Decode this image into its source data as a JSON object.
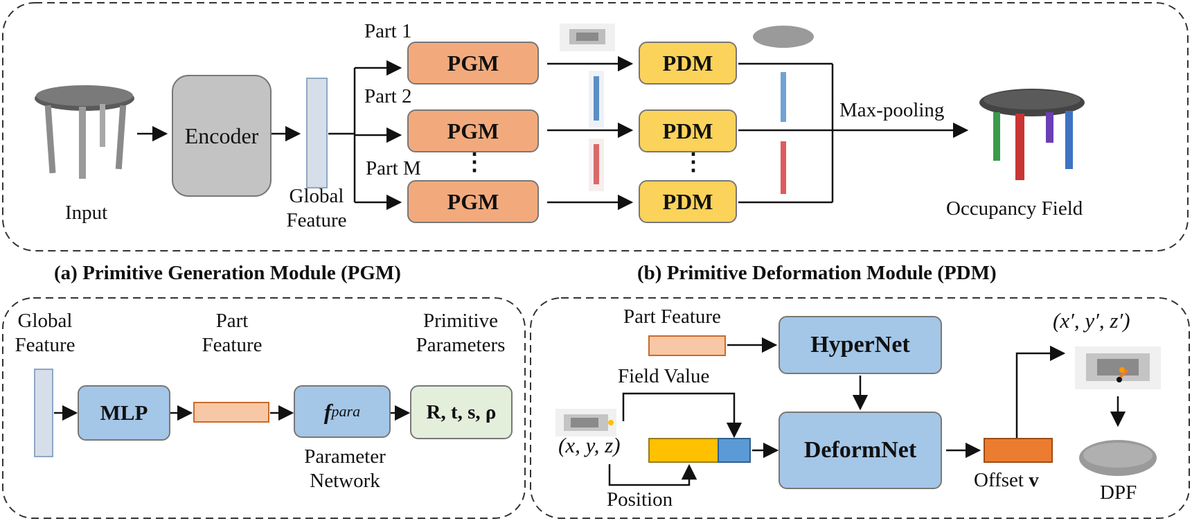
{
  "top": {
    "input_label": "Input",
    "encoder_label": "Encoder",
    "global_feature_label": "Global\nFeature",
    "part_labels": [
      "Part 1",
      "Part 2",
      "Part M"
    ],
    "pgm_label": "PGM",
    "pdm_label": "PDM",
    "maxpool_label": "Max-pooling",
    "output_label": "Occupancy Field"
  },
  "pgm_panel": {
    "title": "(a) Primitive Generation Module (PGM)",
    "global_feature": "Global\nFeature",
    "part_feature": "Part\nFeature",
    "primitive_params": "Primitive\nParameters",
    "mlp": "MLP",
    "fpara_main": "f",
    "fpara_sub": "para",
    "params_text": "R, t, s, ρ",
    "param_network": "Parameter\nNetwork"
  },
  "pdm_panel": {
    "title": "(b) Primitive Deformation Module (PDM)",
    "part_feature": "Part Feature",
    "hypernet": "HyperNet",
    "field_value": "Field Value",
    "xyz": "(x, y, z)",
    "position": "Position",
    "deformnet": "DeformNet",
    "offset": "Offset ",
    "offset_v": "v",
    "xyz_prime": "(x′, y′, z′)",
    "dpf": "DPF"
  },
  "colors": {
    "pgm": "#f2aa7d",
    "pdm": "#fbd35a",
    "blue_module": "#a4c6e7",
    "encoder": "#c3c3c3",
    "feature_bar": "#d6dfe9",
    "part_feature": "#f8c7a6",
    "params_box": "#e3eedb",
    "offset": "#ec7c2f",
    "field_yellow": "#ffc000",
    "field_blue": "#5b9bd5"
  }
}
